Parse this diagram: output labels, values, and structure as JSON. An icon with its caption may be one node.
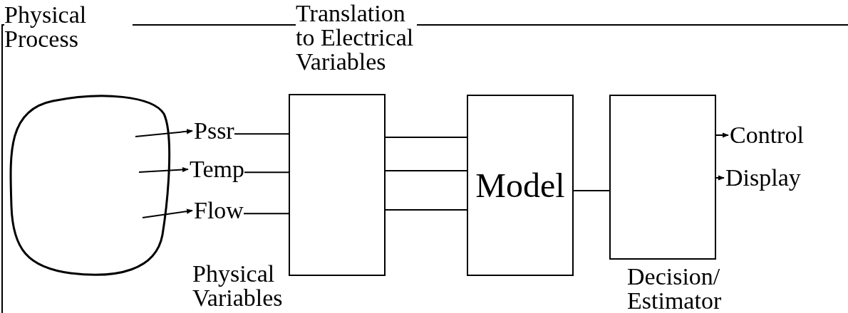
{
  "diagram": {
    "nodes": [
      {
        "text": [
          "Physical Process"
        ]
      },
      {
        "text": [
          "Pssr"
        ]
      },
      {
        "text": [
          "Temp"
        ]
      },
      {
        "text": [
          "Flow"
        ]
      },
      {
        "text": [
          "Translation to Electrical Variables"
        ]
      },
      {
        "text": [
          "Model"
        ]
      },
      {
        "text": [
          "Decision/ Estimator"
        ]
      },
      {
        "text": [
          "Control"
        ]
      },
      {
        "text": [
          "Display"
        ]
      }
    ],
    "edges": [
      {
        "from": 0,
        "to": 1,
        "arrow": "to"
      },
      {
        "from": 0,
        "to": 2,
        "arrow": "to"
      },
      {
        "from": 0,
        "to": 3,
        "arrow": "to"
      },
      {
        "from": 1,
        "to": 4,
        "arrow": "none"
      },
      {
        "from": 2,
        "to": 4,
        "arrow": "none"
      },
      {
        "from": 3,
        "to": 4,
        "arrow": "none"
      },
      {
        "from": 4,
        "to": 5,
        "arrow": "none"
      },
      {
        "from": 4,
        "to": 5,
        "arrow": "none"
      },
      {
        "from": 4,
        "to": 5,
        "arrow": "none"
      },
      {
        "from": 5,
        "to": 6,
        "arrow": "none"
      },
      {
        "from": 6,
        "to": 7,
        "arrow": "to"
      },
      {
        "from": 6,
        "to": 8,
        "arrow": "to"
      }
    ],
    "labels": [
      "Physical Variables"
    ]
  }
}
